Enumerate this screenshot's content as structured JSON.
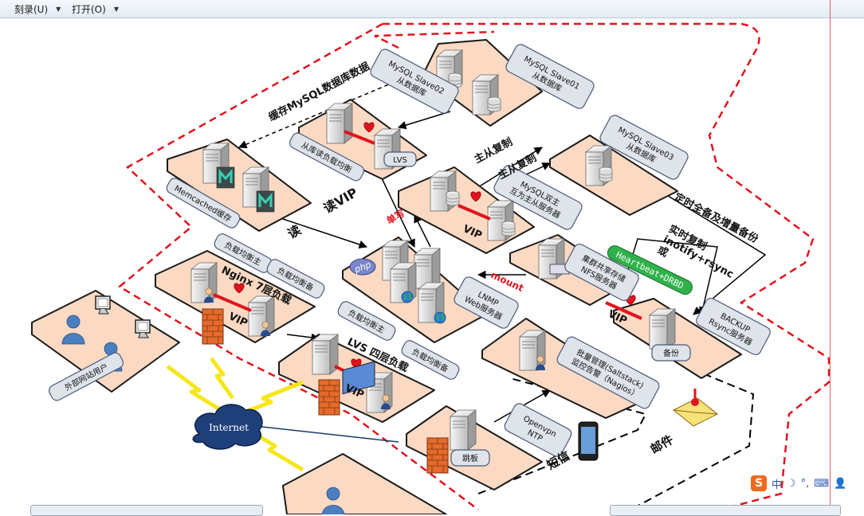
{
  "toolbar": {
    "burn_label": "刻录(U)",
    "open_label": "打开(O)"
  },
  "diagram": {
    "nodes": {
      "slave01": "MySQL Slave01\n从数据库",
      "slave02": "MySQL Slave02\n从数据库",
      "slave03": "MySQL Slave03\n从数据库",
      "read_lb": "从库读负载均衡",
      "lvs_tag": "LVS",
      "memcached": "Memcached缓存",
      "mysql_master": "MySQL双主\n互为主从服务器",
      "vip": "VIP",
      "nginx_title": "Nginx 7层负载",
      "lb_master_1": "负载均衡主",
      "lb_backup_1": "负载均衡备",
      "lnmp": "LNMP\nWeb服务器",
      "nfs": "集群共享存储\nNFS服务器",
      "backup_tag": "备份",
      "backup": "BACKUP\nRsync服务器",
      "lvs4_title": "LVS 四层负载",
      "lb_master_2": "负载均衡主",
      "lb_backup_2": "负载均衡备",
      "saltstack": "批量管理(Saltstack)\n监控告警（Nagios）",
      "jump_tag": "跳板",
      "openvpn": "Openvpn\nNTP",
      "external_users": "外部网站用户",
      "internet": "Internet",
      "php": "php"
    },
    "labels": {
      "cache_mysql": "缓存MySQL数据库数据",
      "master_slave_1": "主从复制",
      "master_slave_2": "主从复制",
      "read_vip": "读VIP",
      "read": "读",
      "single_write": "单写",
      "mount": "mount",
      "scheduled_backup": "定时全备及增量备份",
      "realtime_sync": "实时复制\ninotify+rsync\n或",
      "heartbeat": "Heartbeat+DRBD",
      "sms": "短信",
      "email": "邮件"
    }
  },
  "ime": {
    "logo": "S",
    "lang": "中",
    "moon": "☽",
    "punct": "°,",
    "keyboard": "⌨",
    "user": "👤"
  },
  "colors": {
    "zone_fill": "#fbd9c2",
    "zone_stroke": "#1a1a1a",
    "label_fill": "#dfe3ea",
    "label_stroke": "#4a5a78",
    "boundary": "#e0141e",
    "connector": "#000000",
    "heartbeat_link": "#e0141e",
    "green_banner": "#2fb14a",
    "server_body": "#e8e8e8",
    "server_shadow": "#8a8a8a"
  }
}
